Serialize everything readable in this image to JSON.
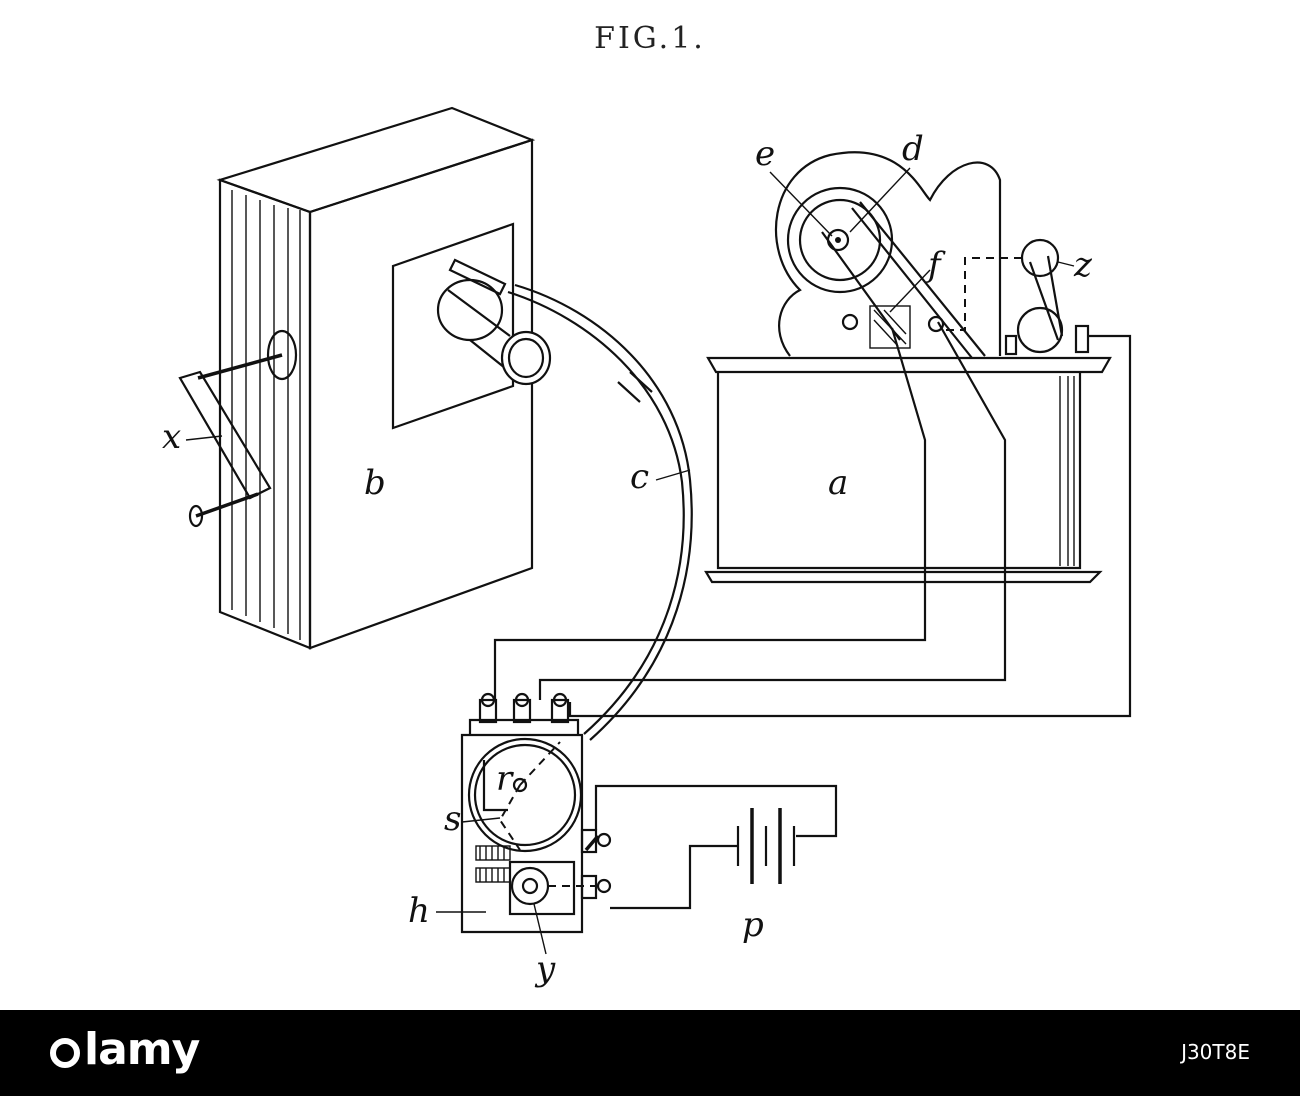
{
  "figure": {
    "title": "FIG.1."
  },
  "labels": {
    "a": "a",
    "b": "b",
    "c": "c",
    "d": "d",
    "e": "e",
    "f": "f",
    "h": "h",
    "p": "p",
    "r": "r",
    "s": "s",
    "x": "x",
    "y": "y",
    "z": "z"
  },
  "watermark": {
    "brand": "alamy",
    "image_id": "J30T8E"
  },
  "colors": {
    "ink": "#111111",
    "background": "#ffffff",
    "footer": "#000000"
  }
}
